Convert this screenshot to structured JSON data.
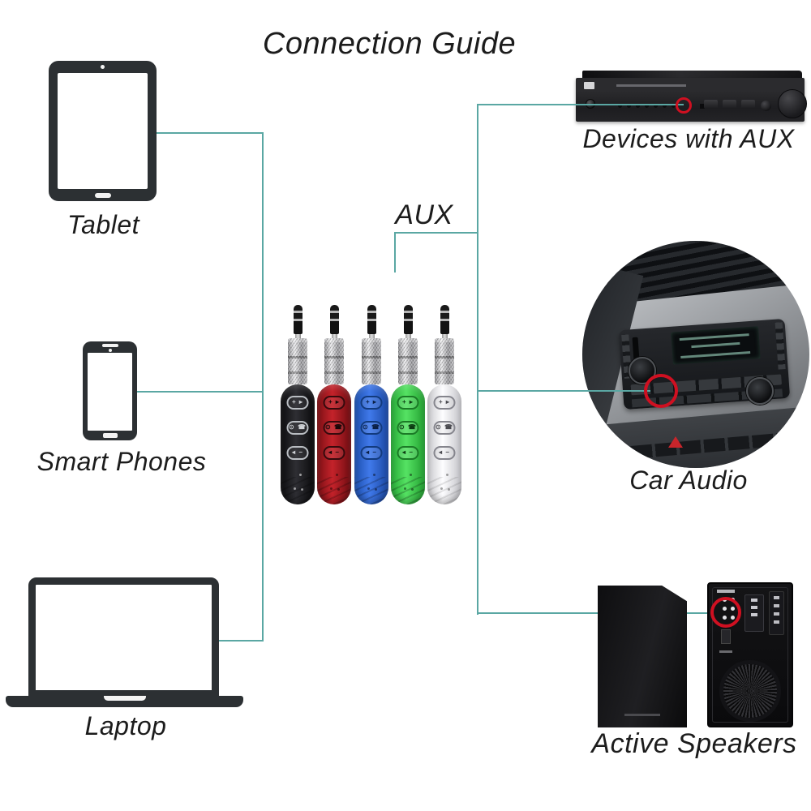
{
  "title": "Connection Guide",
  "aux_label": "AUX",
  "sources": [
    {
      "id": "tablet",
      "label": "Tablet"
    },
    {
      "id": "smart-phones",
      "label": "Smart Phones"
    },
    {
      "id": "laptop",
      "label": "Laptop"
    }
  ],
  "destinations": [
    {
      "id": "devices-with-aux",
      "label": "Devices with AUX"
    },
    {
      "id": "car-audio",
      "label": "Car Audio"
    },
    {
      "id": "active-speakers",
      "label": "Active Speakers"
    }
  ],
  "adapters": {
    "description": "3.5mm AUX receiver shown in five colors",
    "colors": [
      {
        "name": "black",
        "hex": "#1b1b1d"
      },
      {
        "name": "red",
        "hex": "#a5181e"
      },
      {
        "name": "blue",
        "hex": "#2d6ad4"
      },
      {
        "name": "green",
        "hex": "#3bcf49"
      },
      {
        "name": "white",
        "hex": "#ededef"
      }
    ],
    "buttons": [
      {
        "name": "volume-up-next-button",
        "glyph": "+ ▸"
      },
      {
        "name": "power-call-button",
        "glyph": "⊙ ☎"
      },
      {
        "name": "prev-volume-down-button",
        "glyph": "◂ −"
      }
    ]
  },
  "theme": {
    "connector_line": "#5aa7a3",
    "device_icon": "#2c3033",
    "highlight_ring": "#cf1021",
    "background": "#ffffff",
    "text": "#1c1c1c"
  }
}
